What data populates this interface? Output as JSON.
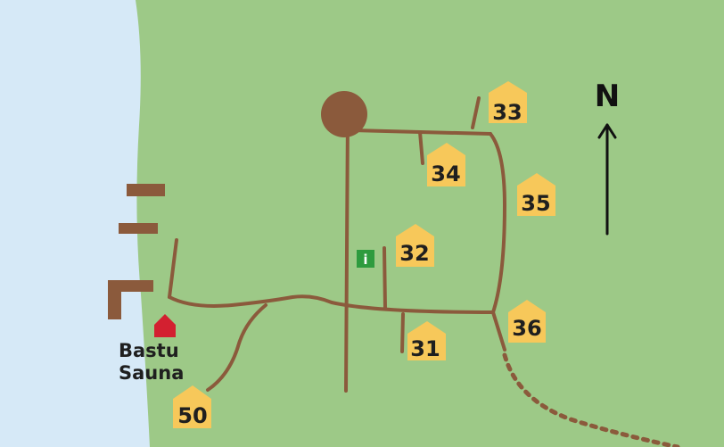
{
  "map": {
    "colors": {
      "land": "#9dc987",
      "water": "#d6e9f7",
      "path": "#8b5a3c",
      "cabin": "#f7c85a",
      "sauna": "#d32030",
      "info": "#2e9b3e",
      "text": "#1f1f1f"
    },
    "north": {
      "label": "N",
      "icon": "north-arrow-icon"
    },
    "sauna": {
      "line1": "Bastu",
      "line2": "Sauna",
      "icon": "sauna-house-icon"
    },
    "info": {
      "glyph": "i",
      "icon": "info-icon"
    },
    "cabins": [
      {
        "number": "33"
      },
      {
        "number": "34"
      },
      {
        "number": "35"
      },
      {
        "number": "32"
      },
      {
        "number": "36"
      },
      {
        "number": "31"
      },
      {
        "number": "50"
      }
    ]
  }
}
